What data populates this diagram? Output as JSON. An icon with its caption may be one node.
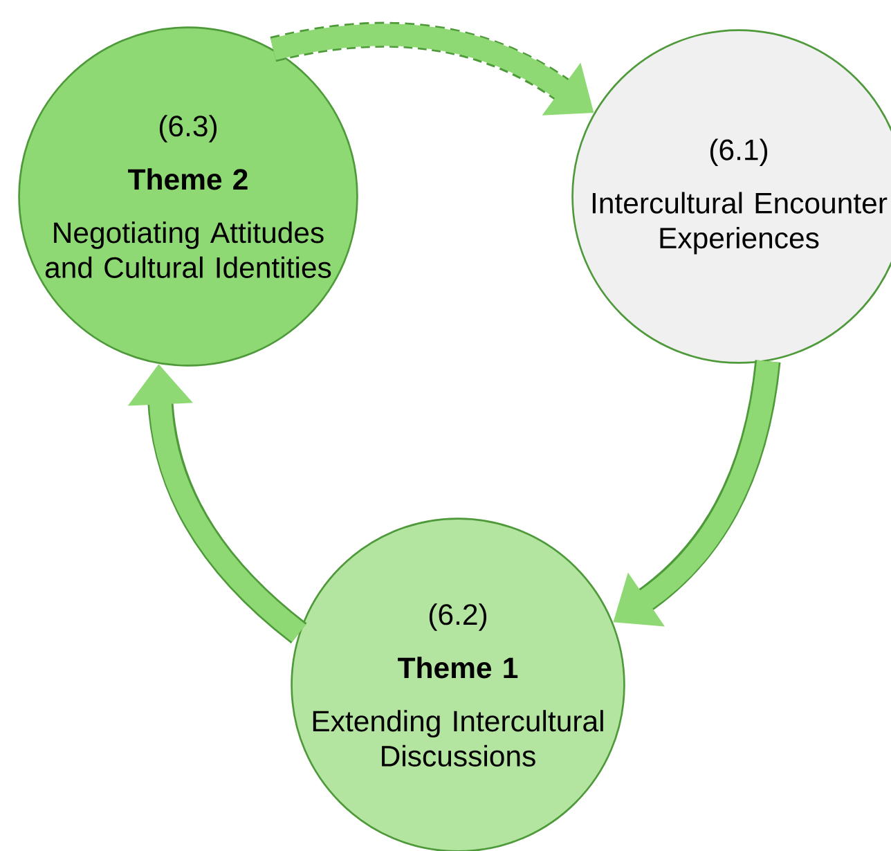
{
  "diagram": {
    "nodes": [
      {
        "text": [
          "(6.3)",
          "Theme 2",
          "Negotiating Attitudes and Cultural Identities"
        ]
      },
      {
        "text": [
          "(6.1)",
          "Intercultural Encounter Experiences"
        ]
      },
      {
        "text": [
          "(6.2)",
          "Theme 1",
          "Extending Intercultural Discussions"
        ]
      }
    ],
    "edges": [
      {
        "from": 0,
        "to": 1,
        "arrow": "to",
        "style": "dashed"
      },
      {
        "from": 1,
        "to": 2,
        "arrow": "to"
      },
      {
        "from": 2,
        "to": 0,
        "arrow": "to"
      }
    ]
  }
}
